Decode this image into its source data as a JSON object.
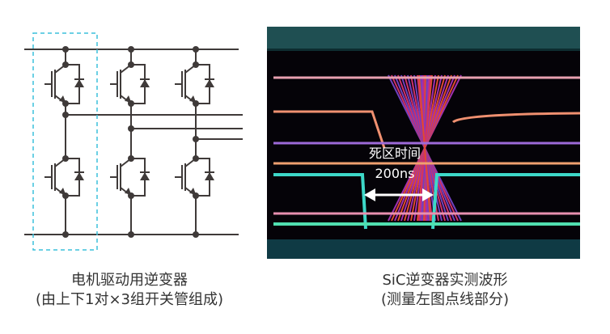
{
  "circuit": {
    "caption_line1": "电机驱动用逆变器",
    "caption_line2": "(由上下1对×3组开关管组成)",
    "highlight_color": "#3cc0dc",
    "wire_color": "#3f3a39"
  },
  "waveform": {
    "caption_line1": "SiC逆变器实测波形",
    "caption_line2": "(测量左图点线部分)",
    "annotation_label": "死区时间",
    "annotation_value": "200ns"
  }
}
